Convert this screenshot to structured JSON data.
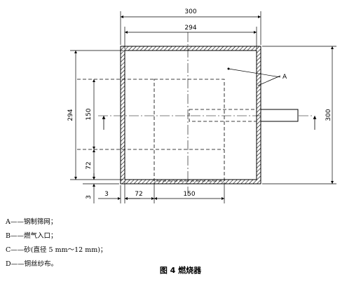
{
  "dimensions": {
    "top_outer": "300",
    "top_inner": "294",
    "left_outer": "294",
    "right_outer": "300",
    "left_150": "150",
    "left_72": "72",
    "left_3": "3",
    "bottom_3": "3",
    "bottom_72": "72",
    "bottom_150": "150"
  },
  "callout": {
    "label": "A"
  },
  "legend": [
    {
      "key": "A",
      "dash": "——",
      "text": "钢制筛网；"
    },
    {
      "key": "B",
      "dash": "——",
      "text": "燃气入口；"
    },
    {
      "key": "C",
      "dash": "——",
      "text": "砂(直径 5 mm～12 mm)；"
    },
    {
      "key": "D",
      "dash": "——",
      "text": "铜丝纱布。"
    }
  ],
  "caption": "图 4   燃烧器"
}
